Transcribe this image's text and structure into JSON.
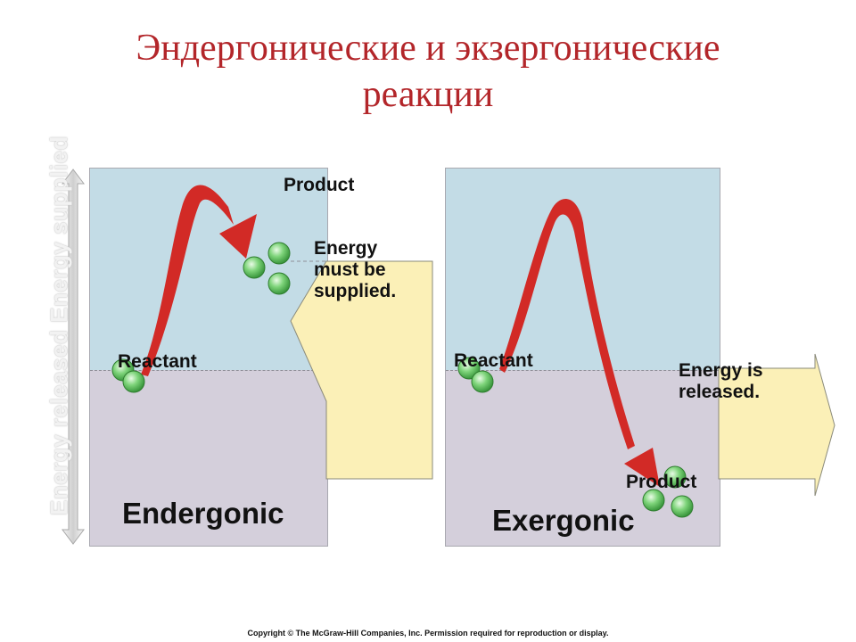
{
  "title": {
    "line1": "Эндергонические и экзергонические",
    "line2": "реакции"
  },
  "axis_label": "Energy released   Energy supplied",
  "endergonic": {
    "name": "Endergonic",
    "product_label": "Product",
    "reactant_label": "Reactant",
    "energy_note": [
      "Energy",
      "must be",
      "supplied."
    ]
  },
  "exergonic": {
    "name": "Exergonic",
    "product_label": "Product",
    "reactant_label": "Reactant",
    "energy_note": [
      "Energy is",
      "released."
    ]
  },
  "copyright": "Copyright © The McGraw-Hill Companies, Inc. Permission required for reproduction or display.",
  "colors": {
    "title": "#b3262a",
    "high_energy_bg": "#c3dce6",
    "low_energy_bg": "#d4cfdb",
    "arrow": "#d22a26",
    "callout": "#fbf0b7",
    "molecule": "#7ed47a"
  }
}
